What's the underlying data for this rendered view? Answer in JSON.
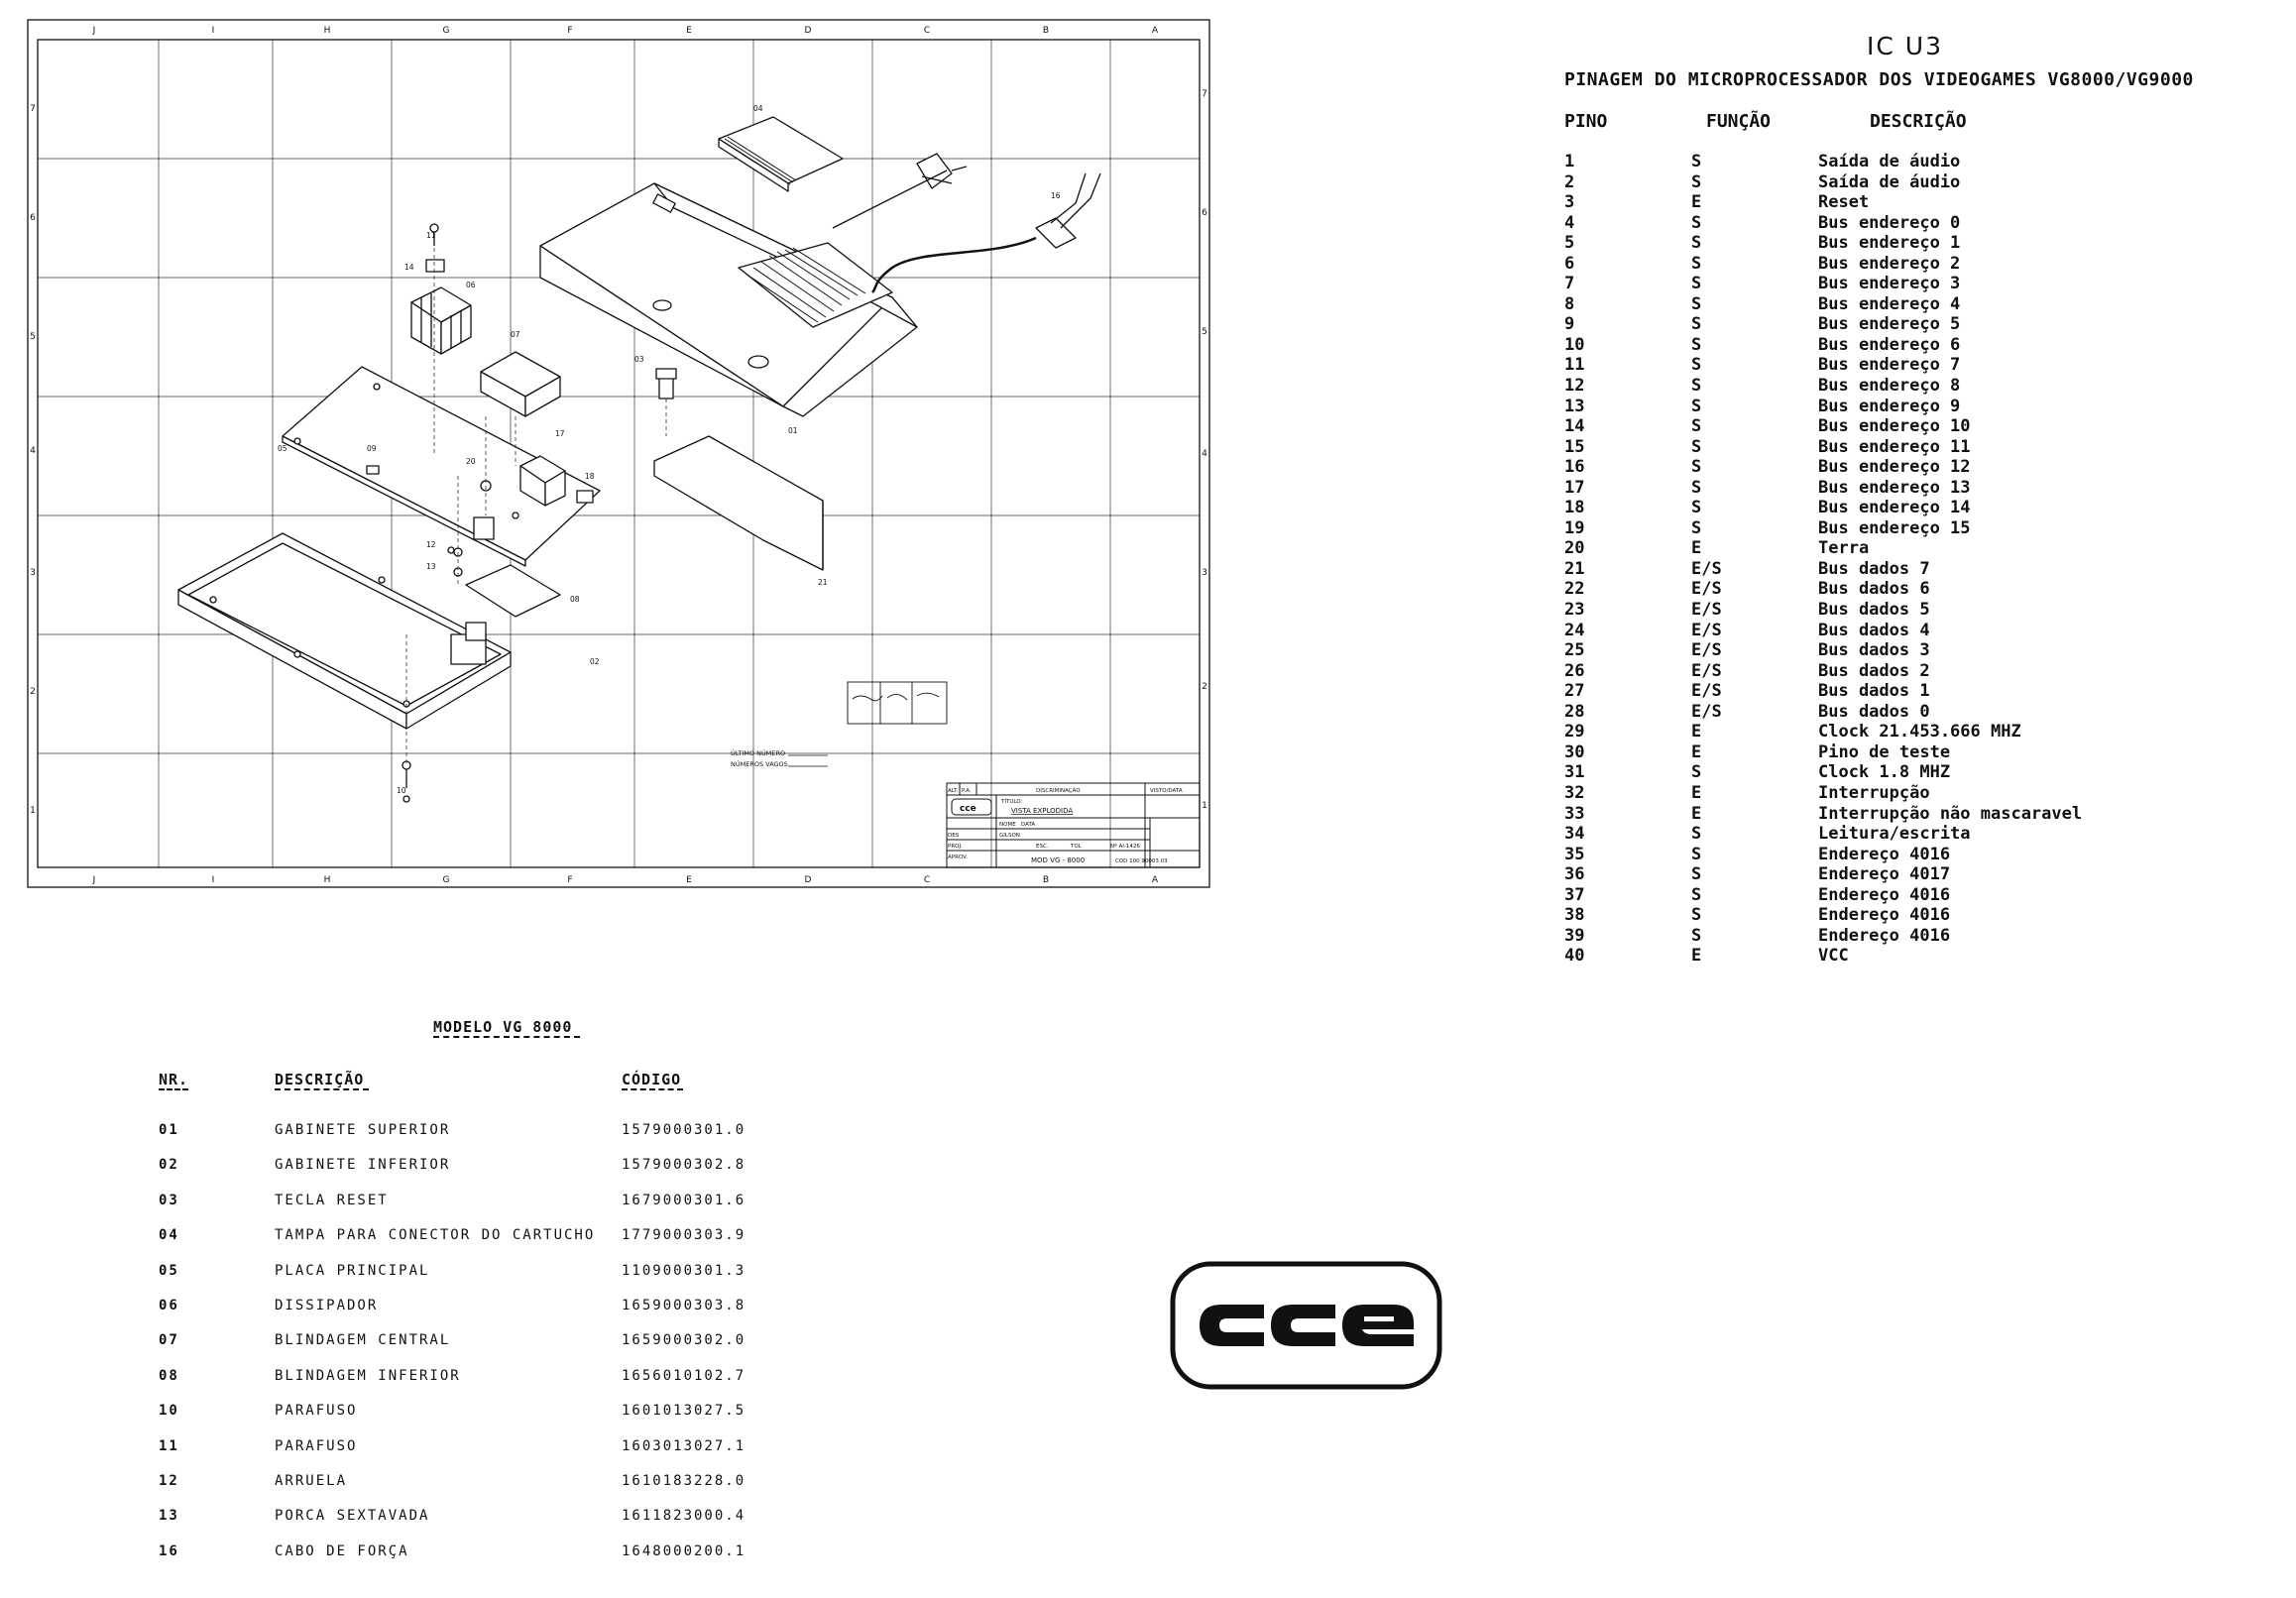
{
  "drawing": {
    "column_letters": [
      "J",
      "I",
      "H",
      "G",
      "F",
      "E",
      "D",
      "C",
      "B",
      "A"
    ],
    "row_numbers": [
      "7",
      "6",
      "5",
      "4",
      "3",
      "2",
      "1"
    ],
    "callouts": [
      "04",
      "02",
      "14",
      "06",
      "07",
      "03",
      "05",
      "09",
      "20",
      "17",
      "18",
      "12",
      "13",
      "08",
      "01",
      "21",
      "10",
      "16",
      "11"
    ],
    "notes": {
      "ultimo_numero": "ÚLTIMO NÚMERO",
      "numeros_vagos": "NÚMEROS VAGOS"
    },
    "title_block": {
      "alt": "ALT.",
      "pa": "P.A.",
      "discriminacao": "DISCRIMINAÇÃO",
      "visto_data": "VISTO/DATA",
      "titulo": "TÍTULO:",
      "vista": "VISTA EXPLODIDA",
      "nome": "NOME",
      "data": "DATA",
      "des": "DES",
      "gilson": "GILSON",
      "proj": "PROJ.",
      "aprov": "APROV.",
      "esc": "ESC.",
      "tol": "TOL",
      "modelo": "MOD VG - 8000",
      "ai": "Nº AI-1426",
      "cod": "COD 100.90003.03",
      "brand": "cce"
    }
  },
  "pinout": {
    "title": "IC U3",
    "heading": "PINAGEM DO MICROPROCESSADOR DOS VIDEOGAMES VG8000/VG9000",
    "col_pino": "PINO",
    "col_funcao": "FUNÇÃO",
    "col_descricao": "DESCRIÇÃO",
    "rows": [
      [
        "1",
        "S",
        "Saída de áudio"
      ],
      [
        "2",
        "S",
        "Saída de áudio"
      ],
      [
        "3",
        "E",
        "Reset"
      ],
      [
        "4",
        "S",
        "Bus endereço 0"
      ],
      [
        "5",
        "S",
        "Bus endereço 1"
      ],
      [
        "6",
        "S",
        "Bus endereço 2"
      ],
      [
        "7",
        "S",
        "Bus endereço 3"
      ],
      [
        "8",
        "S",
        "Bus endereço 4"
      ],
      [
        "9",
        "S",
        "Bus endereço 5"
      ],
      [
        "10",
        "S",
        "Bus endereço 6"
      ],
      [
        "11",
        "S",
        "Bus endereço 7"
      ],
      [
        "12",
        "S",
        "Bus endereço 8"
      ],
      [
        "13",
        "S",
        "Bus endereço 9"
      ],
      [
        "14",
        "S",
        "Bus endereço 10"
      ],
      [
        "15",
        "S",
        "Bus endereço 11"
      ],
      [
        "16",
        "S",
        "Bus endereço 12"
      ],
      [
        "17",
        "S",
        "Bus endereço 13"
      ],
      [
        "18",
        "S",
        "Bus endereço 14"
      ],
      [
        "19",
        "S",
        "Bus endereço 15"
      ],
      [
        "20",
        "E",
        "Terra"
      ],
      [
        "21",
        "E/S",
        "Bus dados 7"
      ],
      [
        "22",
        "E/S",
        "Bus dados 6"
      ],
      [
        "23",
        "E/S",
        "Bus dados 5"
      ],
      [
        "24",
        "E/S",
        "Bus dados 4"
      ],
      [
        "25",
        "E/S",
        "Bus dados 3"
      ],
      [
        "26",
        "E/S",
        "Bus dados 2"
      ],
      [
        "27",
        "E/S",
        "Bus dados 1"
      ],
      [
        "28",
        "E/S",
        "Bus dados 0"
      ],
      [
        "29",
        "E",
        "Clock 21.453.666 MHZ"
      ],
      [
        "30",
        "E",
        "Pino de teste"
      ],
      [
        "31",
        "S",
        "Clock 1.8 MHZ"
      ],
      [
        "32",
        "E",
        "Interrupção"
      ],
      [
        "33",
        "E",
        "Interrupção não mascaravel"
      ],
      [
        "34",
        "S",
        "Leitura/escrita"
      ],
      [
        "35",
        "S",
        "Endereço 4016"
      ],
      [
        "36",
        "S",
        "Endereço 4017"
      ],
      [
        "37",
        "S",
        "Endereço 4016"
      ],
      [
        "38",
        "S",
        "Endereço 4016"
      ],
      [
        "39",
        "S",
        "Endereço 4016"
      ],
      [
        "40",
        "E",
        "VCC"
      ]
    ]
  },
  "parts": {
    "title": "MODELO VG 8000",
    "col_nr": "NR.",
    "col_desc": "DESCRIÇÃO",
    "col_code": "CÓDIGO",
    "rows": [
      [
        "01",
        "GABINETE SUPERIOR",
        "1579000301.0"
      ],
      [
        "02",
        "GABINETE INFERIOR",
        "1579000302.8"
      ],
      [
        "03",
        "TECLA RESET",
        "1679000301.6"
      ],
      [
        "04",
        "TAMPA PARA CONECTOR DO CARTUCHO",
        "1779000303.9"
      ],
      [
        "05",
        "PLACA PRINCIPAL",
        "1109000301.3"
      ],
      [
        "06",
        "DISSIPADOR",
        "1659000303.8"
      ],
      [
        "07",
        "BLINDAGEM CENTRAL",
        "1659000302.0"
      ],
      [
        "08",
        "BLINDAGEM INFERIOR",
        "1656010102.7"
      ],
      [
        "10",
        "PARAFUSO",
        "1601013027.5"
      ],
      [
        "11",
        "PARAFUSO",
        "1603013027.1"
      ],
      [
        "12",
        "ARRUELA",
        "1610183228.0"
      ],
      [
        "13",
        "PORCA SEXTAVADA",
        "1611823000.4"
      ],
      [
        "16",
        "CABO DE FORÇA",
        "1648000200.1"
      ]
    ]
  },
  "logo": {
    "text": "cce"
  }
}
